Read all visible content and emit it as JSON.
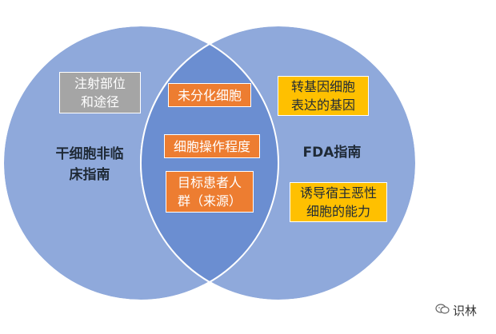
{
  "diagram": {
    "left_circle": {
      "title": "干细胞非临\n床指南",
      "box": "注射部位\n和途径"
    },
    "right_circle": {
      "title": "FDA指南",
      "boxes": [
        "转基因细胞\n表达的基因",
        "诱导宿主恶性\n细胞的能力"
      ]
    },
    "overlap": {
      "boxes": [
        "未分化细胞",
        "细胞操作程度",
        "目标患者人\n群（来源）"
      ]
    },
    "colors": {
      "circle_fill": "#8fa9db",
      "overlap_fill": "#6b8ed1",
      "gray_box": "#a5a5a5",
      "orange_box": "#ed7d31",
      "yellow_box": "#ffc000"
    }
  },
  "watermark": {
    "icon": "wechat-icon",
    "text": "识林"
  }
}
